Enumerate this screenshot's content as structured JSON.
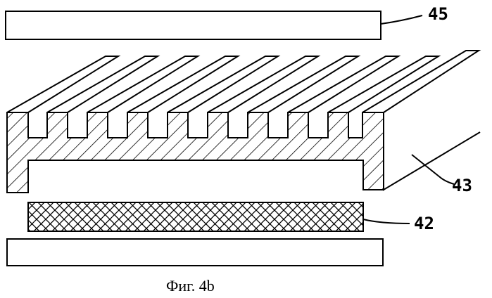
{
  "figure": {
    "caption": "Фиг. 4b",
    "labels": {
      "top_plate": "45",
      "heatsink": "43",
      "mesh_layer": "42"
    }
  }
}
